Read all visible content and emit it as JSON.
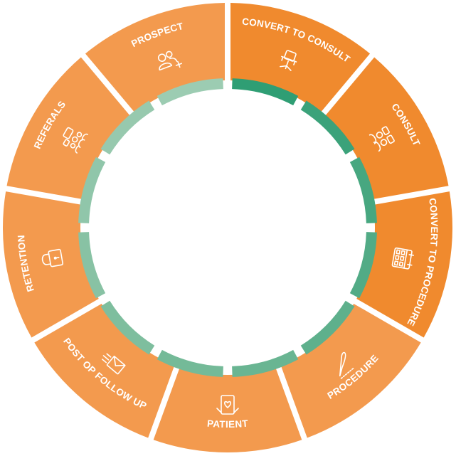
{
  "colors": {
    "segment": "#F39A4E",
    "segment_dark": "#F08A2E",
    "inner_light": "#8FCAB0",
    "inner_dark": "#2F9E74"
  },
  "segments": [
    {
      "label": "CONVERT TO CONSULT",
      "icon": "chair-icon",
      "color": "#F08A2E"
    },
    {
      "label": "CONSULT",
      "icon": "consultation-icon",
      "color": "#F08A2E"
    },
    {
      "label": "CONVERT TO PROCEDURE",
      "icon": "calendar-icon",
      "color": "#F08A2E"
    },
    {
      "label": "PROCEDURE",
      "icon": "scalpel-icon",
      "color": "#F39A4E"
    },
    {
      "label": "PATIENT",
      "icon": "tablet-heart-icon",
      "color": "#F39A4E"
    },
    {
      "label": "POST OP FOLLOW UP",
      "icon": "fast-mail-icon",
      "color": "#F39A4E"
    },
    {
      "label": "RETENTION",
      "icon": "lock-icon",
      "color": "#F39A4E"
    },
    {
      "label": "REFERALS",
      "icon": "group-chat-icon",
      "color": "#F39A4E"
    },
    {
      "label": "PROSPECT",
      "icon": "add-user-icon",
      "color": "#F39A4E"
    }
  ],
  "inner_ring": {
    "arcs": 12,
    "colors": [
      "#2F9E74",
      "#3BA27A",
      "#47A780",
      "#52AB86",
      "#5EB08C",
      "#69B592",
      "#74BA98",
      "#7EBE9E",
      "#88C2A4",
      "#90C6AA",
      "#97C9AE",
      "#9CCCB2"
    ]
  }
}
